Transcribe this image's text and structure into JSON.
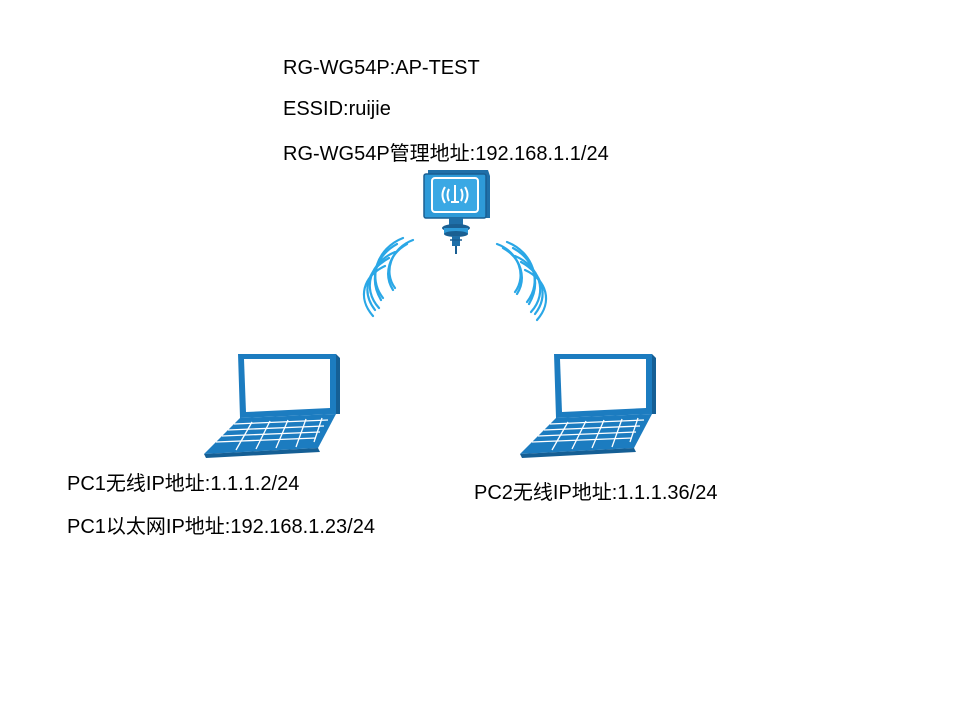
{
  "access_point": {
    "name_label": "RG-WG54P:AP-TEST",
    "essid_label": "ESSID:ruijie",
    "mgmt_label": "RG-WG54P管理地址:192.168.1.1/24"
  },
  "pc1": {
    "wireless_label": "PC1无线IP地址:1.1.1.2/24",
    "ethernet_label": "PC1以太网IP地址:192.168.1.23/24"
  },
  "pc2": {
    "wireless_label": "PC2无线IP地址:1.1.1.36/24"
  },
  "icons": {
    "access_point": "wireless-access-point-icon",
    "signal": "wireless-signal-icon",
    "laptop": "laptop-icon"
  },
  "colors": {
    "ap_blue": "#2e9ad8",
    "ap_dark": "#1f6fa8",
    "wave_blue": "#2aa7e6",
    "laptop_blue": "#1c7cc0",
    "text": "#000000"
  }
}
